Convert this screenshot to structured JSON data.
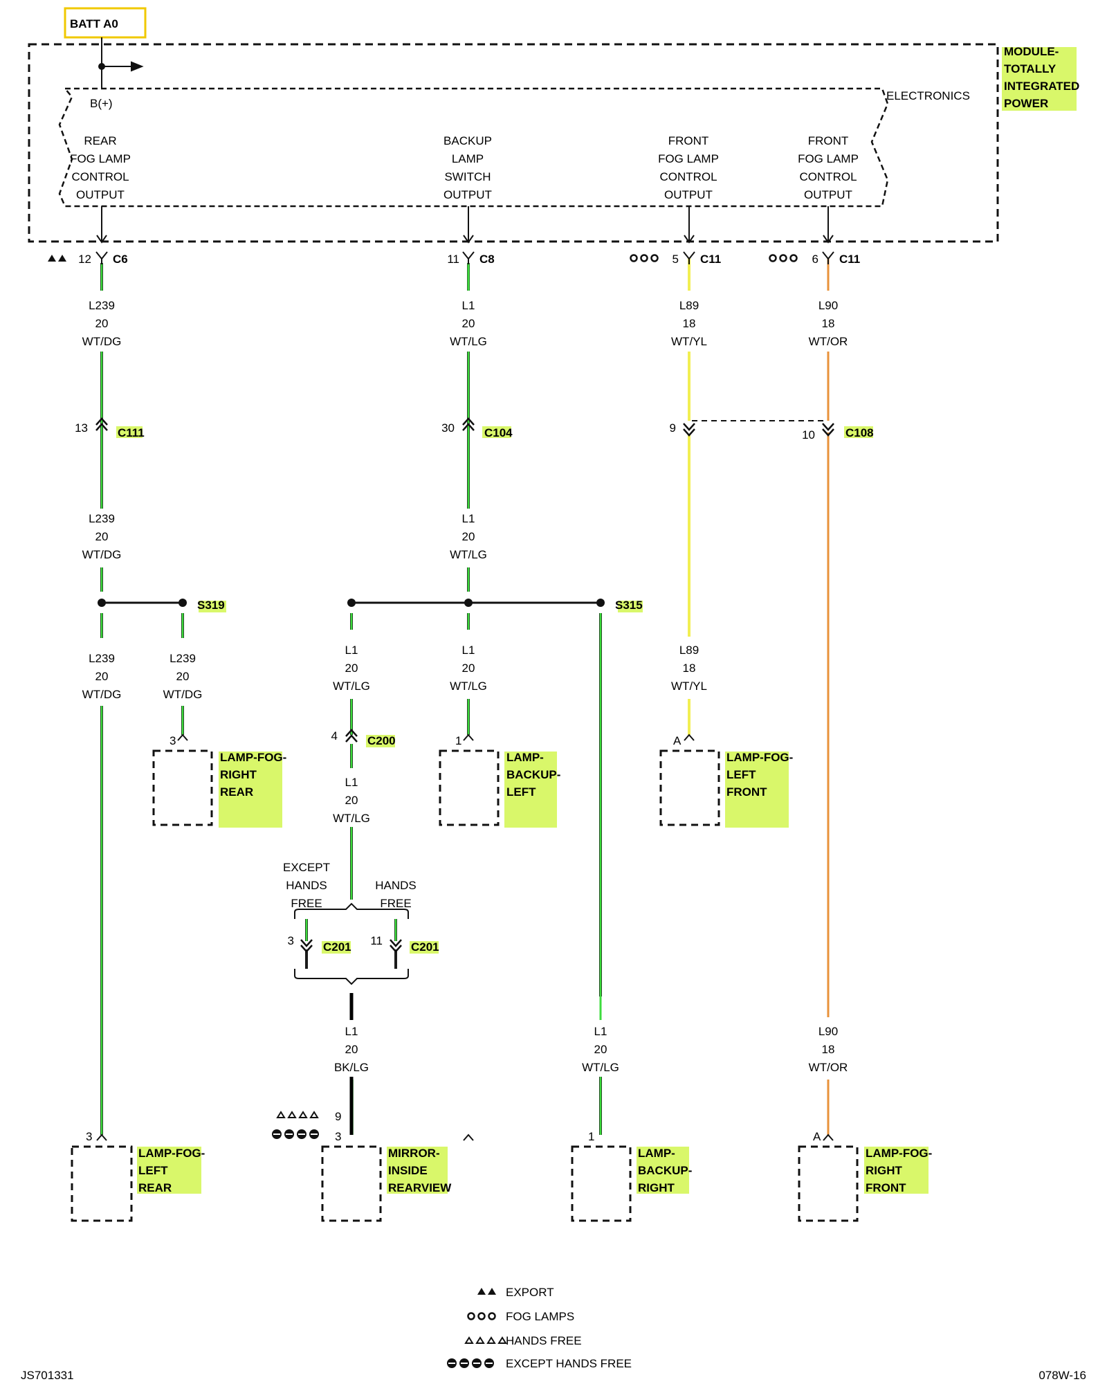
{
  "module": {
    "batt": "BATT A0",
    "name": [
      "MODULE-",
      "TOTALLY",
      "INTEGRATED",
      "POWER"
    ],
    "electronics": "ELECTRONICS",
    "bplus": "B(+)",
    "outputs": [
      [
        "REAR",
        "FOG LAMP",
        "CONTROL",
        "OUTPUT"
      ],
      [
        "BACKUP",
        "LAMP",
        "SWITCH",
        "OUTPUT"
      ],
      [
        "FRONT",
        "FOG LAMP",
        "CONTROL",
        "OUTPUT"
      ],
      [
        "FRONT",
        "FOG LAMP",
        "CONTROL",
        "OUTPUT"
      ]
    ]
  },
  "connectors": {
    "c6": {
      "pin": "12",
      "name": "C6"
    },
    "c8": {
      "pin": "11",
      "name": "C8"
    },
    "c11a": {
      "pin": "5",
      "name": "C11"
    },
    "c11b": {
      "pin": "6",
      "name": "C11"
    },
    "c111": {
      "pin": "13",
      "name": "C111"
    },
    "c104": {
      "pin": "30",
      "name": "C104"
    },
    "c108a": {
      "pin": "9"
    },
    "c108b": {
      "pin": "10",
      "name": "C108"
    },
    "c200": {
      "pin": "4",
      "name": "C200"
    },
    "c201a": {
      "pin": "3",
      "name": "C201"
    },
    "c201b": {
      "pin": "11",
      "name": "C201"
    }
  },
  "splices": {
    "s319": "S319",
    "s315": "S315"
  },
  "wires": {
    "l239a": [
      "L239",
      "20",
      "WT/DG"
    ],
    "l239b": [
      "L239",
      "20",
      "WT/DG"
    ],
    "l239c": [
      "L239",
      "20",
      "WT/DG"
    ],
    "l239d": [
      "L239",
      "20",
      "WT/DG"
    ],
    "l1a": [
      "L1",
      "20",
      "WT/LG"
    ],
    "l1b": [
      "L1",
      "20",
      "WT/LG"
    ],
    "l1c": [
      "L1",
      "20",
      "WT/LG"
    ],
    "l1d": [
      "L1",
      "20",
      "WT/LG"
    ],
    "l1e": [
      "L1",
      "20",
      "WT/LG"
    ],
    "l1f": [
      "L1",
      "20",
      "BK/LG"
    ],
    "l1g": [
      "L1",
      "20",
      "WT/LG"
    ],
    "l89a": [
      "L89",
      "18",
      "WT/YL"
    ],
    "l89b": [
      "L89",
      "18",
      "WT/YL"
    ],
    "l90a": [
      "L90",
      "18",
      "WT/OR"
    ],
    "l90b": [
      "L90",
      "18",
      "WT/OR"
    ]
  },
  "options": {
    "except": [
      "EXCEPT",
      "HANDS",
      "FREE"
    ],
    "hands": [
      "HANDS",
      "FREE"
    ]
  },
  "components": {
    "fog_right_rear": {
      "pin": "3",
      "label": [
        "LAMP-FOG-",
        "RIGHT",
        "REAR"
      ]
    },
    "backup_left": {
      "pin": "1",
      "label": [
        "LAMP-",
        "BACKUP-",
        "LEFT"
      ]
    },
    "fog_left_front": {
      "pin": "A",
      "label": [
        "LAMP-FOG-",
        "LEFT",
        "FRONT"
      ]
    },
    "fog_left_rear": {
      "pin": "3",
      "label": [
        "LAMP-FOG-",
        "LEFT",
        "REAR"
      ]
    },
    "mirror": {
      "pin_a": "9",
      "pin_b": "3",
      "label": [
        "MIRROR-",
        "INSIDE",
        "REARVIEW"
      ]
    },
    "backup_right": {
      "pin": "1",
      "label": [
        "LAMP-",
        "BACKUP-",
        "RIGHT"
      ]
    },
    "fog_right_front": {
      "pin": "A",
      "label": [
        "LAMP-FOG-",
        "RIGHT",
        "FRONT"
      ]
    }
  },
  "legend": [
    "EXPORT",
    "FOG LAMPS",
    "HANDS FREE",
    "EXCEPT HANDS FREE"
  ],
  "footer": {
    "left": "JS701331",
    "right": "078W-16"
  },
  "colors": {
    "green": "#3ddc3d",
    "yellow": "#f2ef52",
    "orange": "#e8923a",
    "highlight": "#d9f76a",
    "batt_border": "#f0c800"
  }
}
